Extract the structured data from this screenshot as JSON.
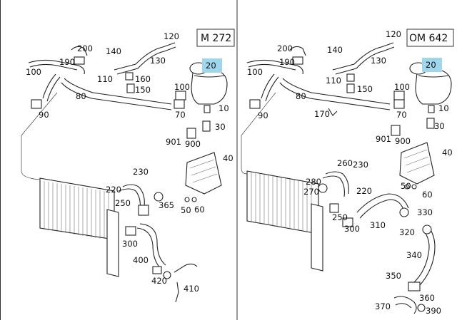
{
  "panels": [
    {
      "engine": "M 272",
      "highlight_color": "#9fd6ec",
      "highlight_label": "20",
      "labels": [
        "200",
        "120",
        "140",
        "190",
        "100",
        "130",
        "110",
        "160",
        "150",
        "100",
        "80",
        "90",
        "70",
        "10",
        "30",
        "901",
        "900",
        "40",
        "230",
        "220",
        "250",
        "365",
        "50",
        "60",
        "300",
        "400",
        "420",
        "410"
      ]
    },
    {
      "engine": "OM 642",
      "highlight_color": "#9fd6ec",
      "highlight_label": "20",
      "labels": [
        "200",
        "120",
        "140",
        "190",
        "100",
        "130",
        "110",
        "150",
        "100",
        "80",
        "90",
        "70",
        "170",
        "10",
        "30",
        "901",
        "900",
        "40",
        "260",
        "230",
        "280",
        "270",
        "220",
        "50",
        "60",
        "250",
        "300",
        "310",
        "330",
        "320",
        "340",
        "350",
        "360",
        "370",
        "390"
      ]
    }
  ]
}
